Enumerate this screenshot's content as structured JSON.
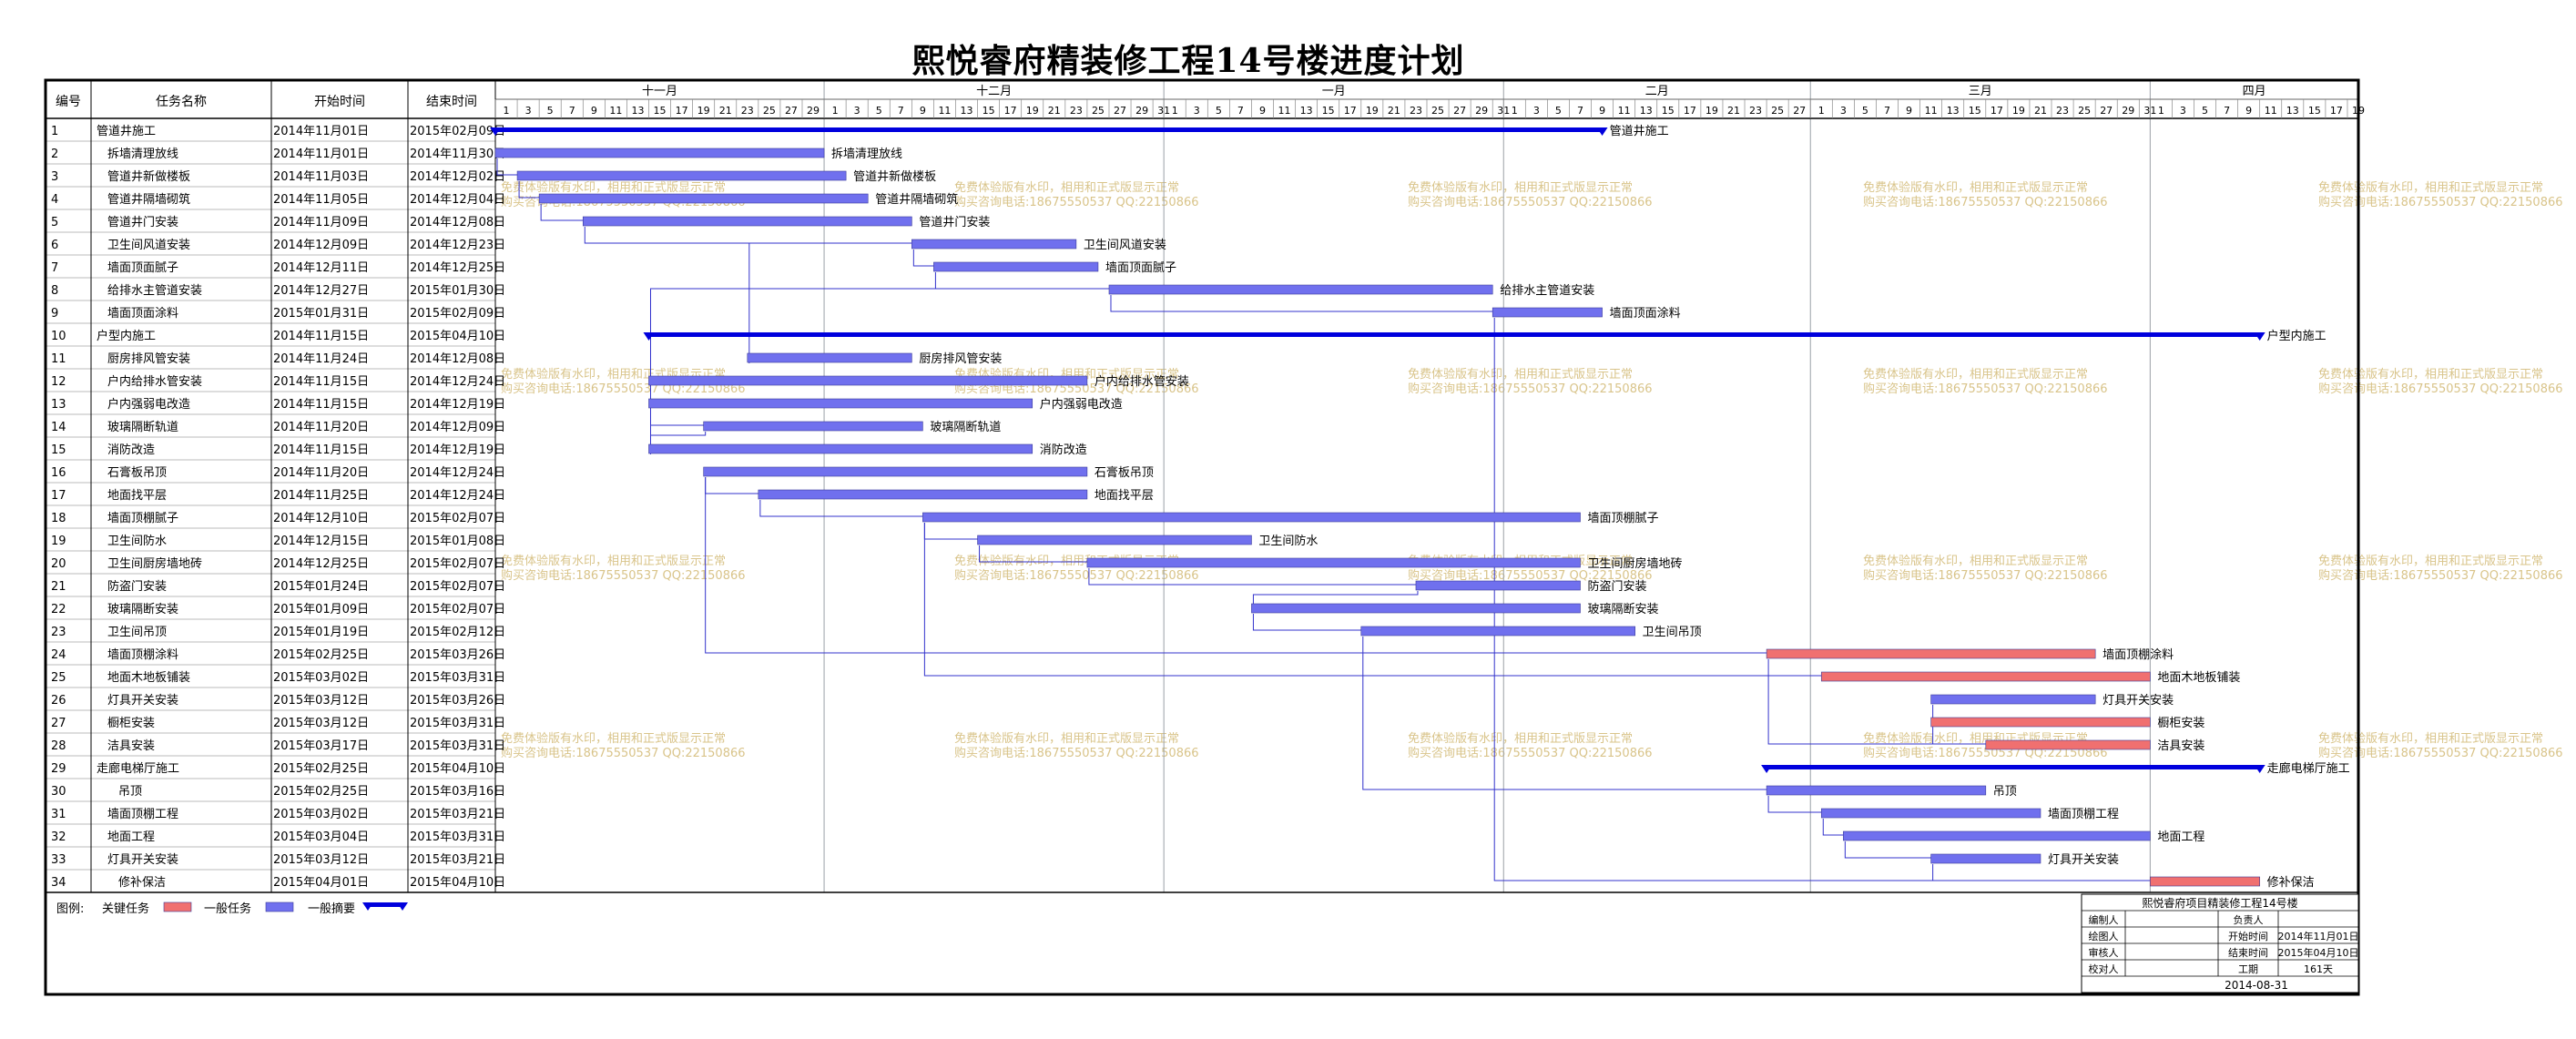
{
  "title": "熙悦睿府精装修工程14号楼进度计划",
  "columns": [
    "编号",
    "任务名称",
    "开始时间",
    "结束时间"
  ],
  "months": [
    {
      "label": "十一月",
      "start": "2014-11-01",
      "end": "2014-11-30"
    },
    {
      "label": "十二月",
      "start": "2014-12-01",
      "end": "2014-12-31"
    },
    {
      "label": "一月",
      "start": "2015-01-01",
      "end": "2015-01-31"
    },
    {
      "label": "二月",
      "start": "2015-02-01",
      "end": "2015-02-28"
    },
    {
      "label": "三月",
      "start": "2015-03-01",
      "end": "2015-03-31"
    },
    {
      "label": "四月",
      "start": "2015-04-01",
      "end": "2015-04-19"
    }
  ],
  "watermark": [
    "免费体验版有水印，相用和正式版显示正常",
    "购买咨询电话:18675550537 QQ:22150866"
  ],
  "legend": {
    "prefix": "图例:",
    "critical": "关键任务",
    "normal": "一般任务",
    "summary": "一般摘要",
    "critical_color": "#f07070",
    "normal_color": "#7070ee",
    "summary_color": "#0000dd"
  },
  "info_box": {
    "title": "熙悦睿府项目精装修工程14号楼",
    "rows": [
      [
        "编制人",
        "",
        "负责人",
        ""
      ],
      [
        "绘图人",
        "",
        "开始时间",
        "2014年11月01日"
      ],
      [
        "审核人",
        "",
        "结束时间",
        "2015年04月10日"
      ],
      [
        "校对人",
        "",
        "工期",
        "161天"
      ]
    ],
    "date": "2014-08-31"
  },
  "chart_data": {
    "type": "gantt",
    "x_range": [
      "2014-11-01",
      "2015-04-19"
    ],
    "tasks": [
      {
        "id": "1",
        "name": "管道井施工",
        "start": "2014-11-01",
        "end": "2015-02-09",
        "start_label": "2014年11月01日",
        "end_label": "2015年02月09日",
        "kind": "summary",
        "indent": 0
      },
      {
        "id": "2",
        "name": "拆墙清理放线",
        "start": "2014-11-01",
        "end": "2014-11-30",
        "start_label": "2014年11月01日",
        "end_label": "2014年11月30日",
        "kind": "normal",
        "indent": 1
      },
      {
        "id": "3",
        "name": "管道井新做楼板",
        "start": "2014-11-03",
        "end": "2014-12-02",
        "start_label": "2014年11月03日",
        "end_label": "2014年12月02日",
        "kind": "normal",
        "indent": 1
      },
      {
        "id": "4",
        "name": "管道井隔墙砌筑",
        "start": "2014-11-05",
        "end": "2014-12-04",
        "start_label": "2014年11月05日",
        "end_label": "2014年12月04日",
        "kind": "normal",
        "indent": 1
      },
      {
        "id": "5",
        "name": "管道井门安装",
        "start": "2014-11-09",
        "end": "2014-12-08",
        "start_label": "2014年11月09日",
        "end_label": "2014年12月08日",
        "kind": "normal",
        "indent": 1
      },
      {
        "id": "6",
        "name": "卫生间风道安装",
        "start": "2014-12-09",
        "end": "2014-12-23",
        "start_label": "2014年12月09日",
        "end_label": "2014年12月23日",
        "kind": "normal",
        "indent": 1
      },
      {
        "id": "7",
        "name": "墙面顶面腻子",
        "start": "2014-12-11",
        "end": "2014-12-25",
        "start_label": "2014年12月11日",
        "end_label": "2014年12月25日",
        "kind": "normal",
        "indent": 1
      },
      {
        "id": "8",
        "name": "给排水主管道安装",
        "start": "2014-12-27",
        "end": "2015-01-30",
        "start_label": "2014年12月27日",
        "end_label": "2015年01月30日",
        "kind": "normal",
        "indent": 1
      },
      {
        "id": "9",
        "name": "墙面顶面涂料",
        "start": "2015-01-31",
        "end": "2015-02-09",
        "start_label": "2015年01月31日",
        "end_label": "2015年02月09日",
        "kind": "normal",
        "indent": 1
      },
      {
        "id": "10",
        "name": "户型内施工",
        "start": "2014-11-15",
        "end": "2015-04-10",
        "start_label": "2014年11月15日",
        "end_label": "2015年04月10日",
        "kind": "summary",
        "indent": 0
      },
      {
        "id": "11",
        "name": "厨房排风管安装",
        "start": "2014-11-24",
        "end": "2014-12-08",
        "start_label": "2014年11月24日",
        "end_label": "2014年12月08日",
        "kind": "normal",
        "indent": 1
      },
      {
        "id": "12",
        "name": "户内给排水管安装",
        "start": "2014-11-15",
        "end": "2014-12-24",
        "start_label": "2014年11月15日",
        "end_label": "2014年12月24日",
        "kind": "normal",
        "indent": 1
      },
      {
        "id": "13",
        "name": "户内强弱电改造",
        "start": "2014-11-15",
        "end": "2014-12-19",
        "start_label": "2014年11月15日",
        "end_label": "2014年12月19日",
        "kind": "normal",
        "indent": 1
      },
      {
        "id": "14",
        "name": "玻璃隔断轨道",
        "start": "2014-11-20",
        "end": "2014-12-09",
        "start_label": "2014年11月20日",
        "end_label": "2014年12月09日",
        "kind": "normal",
        "indent": 1
      },
      {
        "id": "15",
        "name": "消防改造",
        "start": "2014-11-15",
        "end": "2014-12-19",
        "start_label": "2014年11月15日",
        "end_label": "2014年12月19日",
        "kind": "normal",
        "indent": 1
      },
      {
        "id": "16",
        "name": "石膏板吊顶",
        "start": "2014-11-20",
        "end": "2014-12-24",
        "start_label": "2014年11月20日",
        "end_label": "2014年12月24日",
        "kind": "normal",
        "indent": 1
      },
      {
        "id": "17",
        "name": "地面找平层",
        "start": "2014-11-25",
        "end": "2014-12-24",
        "start_label": "2014年11月25日",
        "end_label": "2014年12月24日",
        "kind": "normal",
        "indent": 1
      },
      {
        "id": "18",
        "name": "墙面顶棚腻子",
        "start": "2014-12-10",
        "end": "2015-02-07",
        "start_label": "2014年12月10日",
        "end_label": "2015年02月07日",
        "kind": "normal",
        "indent": 1
      },
      {
        "id": "19",
        "name": "卫生间防水",
        "start": "2014-12-15",
        "end": "2015-01-08",
        "start_label": "2014年12月15日",
        "end_label": "2015年01月08日",
        "kind": "normal",
        "indent": 1
      },
      {
        "id": "20",
        "name": "卫生间厨房墙地砖",
        "start": "2014-12-25",
        "end": "2015-02-07",
        "start_label": "2014年12月25日",
        "end_label": "2015年02月07日",
        "kind": "normal",
        "indent": 1
      },
      {
        "id": "21",
        "name": "防盗门安装",
        "start": "2015-01-24",
        "end": "2015-02-07",
        "start_label": "2015年01月24日",
        "end_label": "2015年02月07日",
        "kind": "normal",
        "indent": 1
      },
      {
        "id": "22",
        "name": "玻璃隔断安装",
        "start": "2015-01-09",
        "end": "2015-02-07",
        "start_label": "2015年01月09日",
        "end_label": "2015年02月07日",
        "kind": "normal",
        "indent": 1
      },
      {
        "id": "23",
        "name": "卫生间吊顶",
        "start": "2015-01-19",
        "end": "2015-02-12",
        "start_label": "2015年01月19日",
        "end_label": "2015年02月12日",
        "kind": "normal",
        "indent": 1
      },
      {
        "id": "24",
        "name": "墙面顶棚涂料",
        "start": "2015-02-25",
        "end": "2015-03-26",
        "start_label": "2015年02月25日",
        "end_label": "2015年03月26日",
        "kind": "critical",
        "indent": 1
      },
      {
        "id": "25",
        "name": "地面木地板铺装",
        "start": "2015-03-02",
        "end": "2015-03-31",
        "start_label": "2015年03月02日",
        "end_label": "2015年03月31日",
        "kind": "critical",
        "indent": 1
      },
      {
        "id": "26",
        "name": "灯具开关安装",
        "start": "2015-03-12",
        "end": "2015-03-26",
        "start_label": "2015年03月12日",
        "end_label": "2015年03月26日",
        "kind": "normal",
        "indent": 1
      },
      {
        "id": "27",
        "name": "橱柜安装",
        "start": "2015-03-12",
        "end": "2015-03-31",
        "start_label": "2015年03月12日",
        "end_label": "2015年03月31日",
        "kind": "critical",
        "indent": 1
      },
      {
        "id": "28",
        "name": "洁具安装",
        "start": "2015-03-17",
        "end": "2015-03-31",
        "start_label": "2015年03月17日",
        "end_label": "2015年03月31日",
        "kind": "critical",
        "indent": 1
      },
      {
        "id": "29",
        "name": "走廊电梯厅施工",
        "start": "2015-02-25",
        "end": "2015-04-10",
        "start_label": "2015年02月25日",
        "end_label": "2015年04月10日",
        "kind": "summary",
        "indent": 0
      },
      {
        "id": "30",
        "name": "吊顶",
        "start": "2015-02-25",
        "end": "2015-03-16",
        "start_label": "2015年02月25日",
        "end_label": "2015年03月16日",
        "kind": "normal",
        "indent": 2
      },
      {
        "id": "31",
        "name": "墙面顶棚工程",
        "start": "2015-03-02",
        "end": "2015-03-21",
        "start_label": "2015年03月02日",
        "end_label": "2015年03月21日",
        "kind": "normal",
        "indent": 1
      },
      {
        "id": "32",
        "name": "地面工程",
        "start": "2015-03-04",
        "end": "2015-03-31",
        "start_label": "2015年03月04日",
        "end_label": "2015年03月31日",
        "kind": "normal",
        "indent": 1
      },
      {
        "id": "33",
        "name": "灯具开关安装",
        "start": "2015-03-12",
        "end": "2015-03-21",
        "start_label": "2015年03月12日",
        "end_label": "2015年03月21日",
        "kind": "normal",
        "indent": 1
      },
      {
        "id": "34",
        "name": "修补保洁",
        "start": "2015-04-01",
        "end": "2015-04-10",
        "start_label": "2015年04月01日",
        "end_label": "2015年04月10日",
        "kind": "critical",
        "indent": 2
      }
    ],
    "links": [
      [
        "2",
        "3"
      ],
      [
        "3",
        "4"
      ],
      [
        "4",
        "5"
      ],
      [
        "5",
        "6"
      ],
      [
        "6",
        "7"
      ],
      [
        "7",
        "8"
      ],
      [
        "8",
        "9"
      ],
      [
        "13",
        "14"
      ],
      [
        "14",
        "15"
      ],
      [
        "11",
        "6"
      ],
      [
        "12",
        "8"
      ],
      [
        "15",
        "8"
      ],
      [
        "16",
        "17"
      ],
      [
        "17",
        "18"
      ],
      [
        "18",
        "19"
      ],
      [
        "19",
        "20"
      ],
      [
        "20",
        "21"
      ],
      [
        "21",
        "22"
      ],
      [
        "22",
        "23"
      ],
      [
        "16",
        "24"
      ],
      [
        "18",
        "25"
      ],
      [
        "23",
        "30"
      ],
      [
        "30",
        "31"
      ],
      [
        "31",
        "32"
      ],
      [
        "32",
        "33"
      ],
      [
        "24",
        "28"
      ],
      [
        "26",
        "28"
      ],
      [
        "9",
        "34"
      ],
      [
        "33",
        "34"
      ]
    ]
  }
}
